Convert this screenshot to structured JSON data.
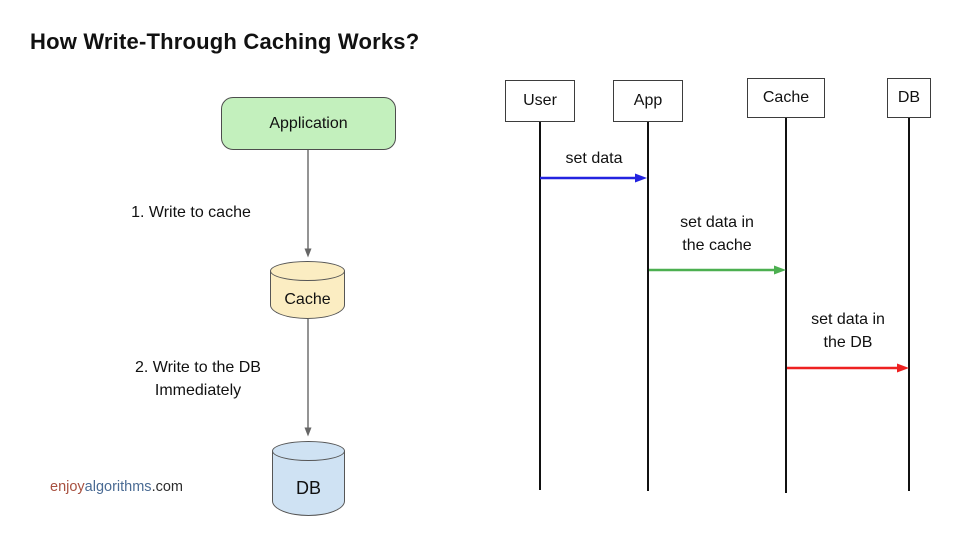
{
  "title": "How Write-Through Caching Works?",
  "flow_diagram": {
    "application_label": "Application",
    "cache_label": "Cache",
    "db_label": "DB",
    "step1_label": "1. Write to cache",
    "step2_label": "2. Write to the DB\nImmediately"
  },
  "sequence_diagram": {
    "actors": [
      {
        "label": "User"
      },
      {
        "label": "App"
      },
      {
        "label": "Cache"
      },
      {
        "label": "DB"
      }
    ],
    "messages": [
      {
        "label": "set data",
        "from": "User",
        "to": "App",
        "color": "#2323e0"
      },
      {
        "label": "set data in\nthe cache",
        "from": "App",
        "to": "Cache",
        "color": "#4caf50"
      },
      {
        "label": "set data in\nthe DB",
        "from": "Cache",
        "to": "DB",
        "color": "#ee2121"
      }
    ]
  },
  "footer": {
    "brand_part1": "enjoy",
    "brand_part2": "algorithms",
    "brand_part3": ".com",
    "brand_color1": "#a85140",
    "brand_color2": "#4a6b94",
    "brand_color3": "#2d2d2d"
  },
  "colors": {
    "application_fill": "#c3f0bd",
    "cache_fill": "#fbedc2",
    "db_fill": "#cfe2f3",
    "connector_gray": "#666666",
    "lifeline_black": "#111111"
  }
}
